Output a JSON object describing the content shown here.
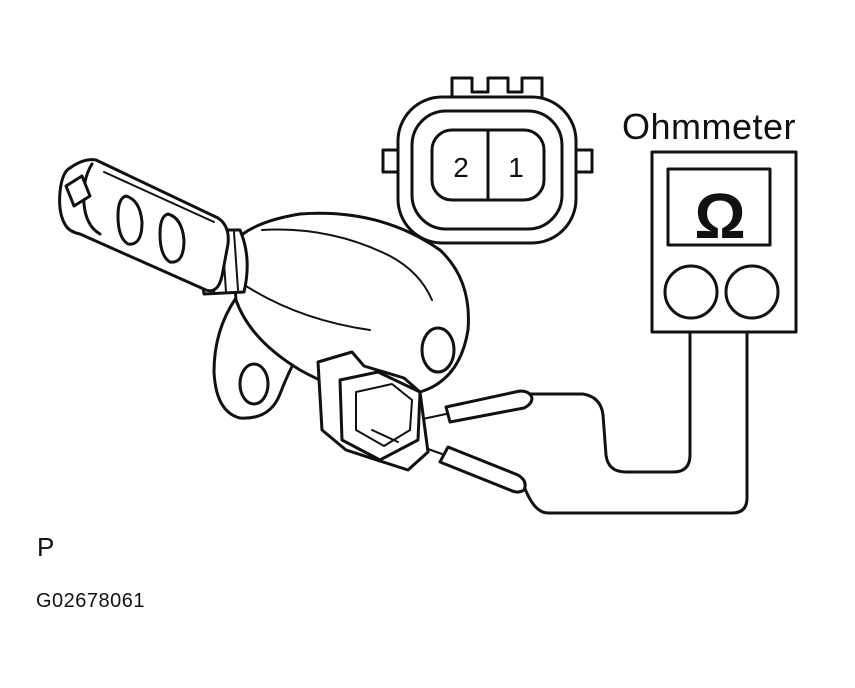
{
  "labels": {
    "meter_title": "Ohmmeter",
    "omega_symbol": "Ω",
    "terminal_2": "2",
    "terminal_1": "1",
    "panel_code": "P",
    "figure_id": "G02678061"
  },
  "colors": {
    "ink": "#111111",
    "background": "#ffffff"
  }
}
